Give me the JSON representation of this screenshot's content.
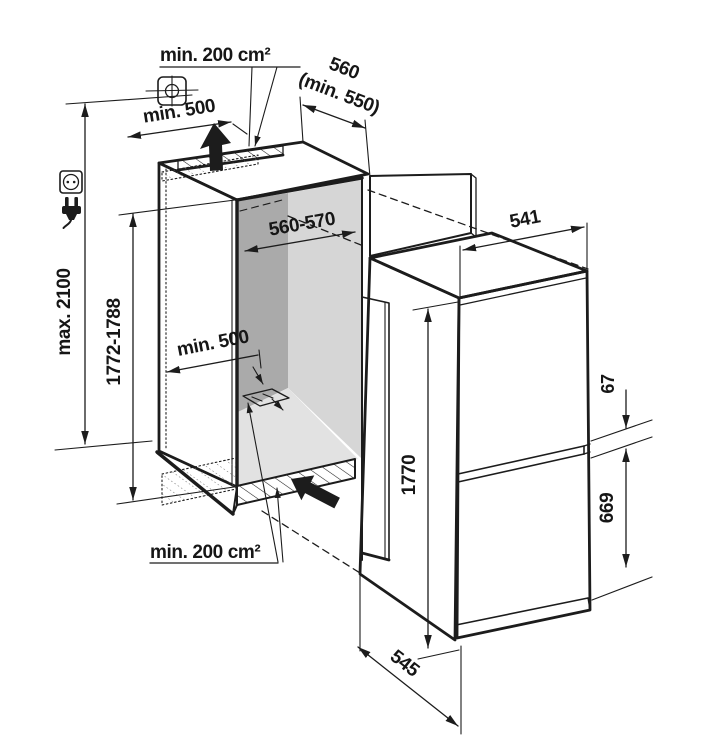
{
  "diagram": {
    "dimension_labels": {
      "top_vent_area": "min. 200 cm²",
      "overall_depth": "560",
      "overall_depth_min": "(min. 550)",
      "top_clearance": "min. 500",
      "max_ceiling_height": "max. 2100",
      "niche_height": "1772-1788",
      "niche_depth": "560-570",
      "floor_clearance": "min. 500",
      "bottom_vent_area": "min. 200 cm²",
      "appliance_width": "541",
      "hinge_gap": "67",
      "appliance_height": "1770",
      "lower_door_height": "669",
      "appliance_depth": "545"
    },
    "icons": {
      "ceiling_fixpoint": "crosshair-square-icon",
      "power_socket": "socket-icon",
      "power_plug": "plug-icon",
      "airflow_top": "up-arrow",
      "airflow_bottom": "inward-arrow"
    },
    "colors": {
      "line": "#1c1c1c",
      "niche_back_wall": "#aaaaaa",
      "niche_side_wall": "#d6d6d6",
      "niche_floor": "#e2e2e2",
      "furniture_panel": "#e4e4e4",
      "background": "#ffffff"
    }
  }
}
